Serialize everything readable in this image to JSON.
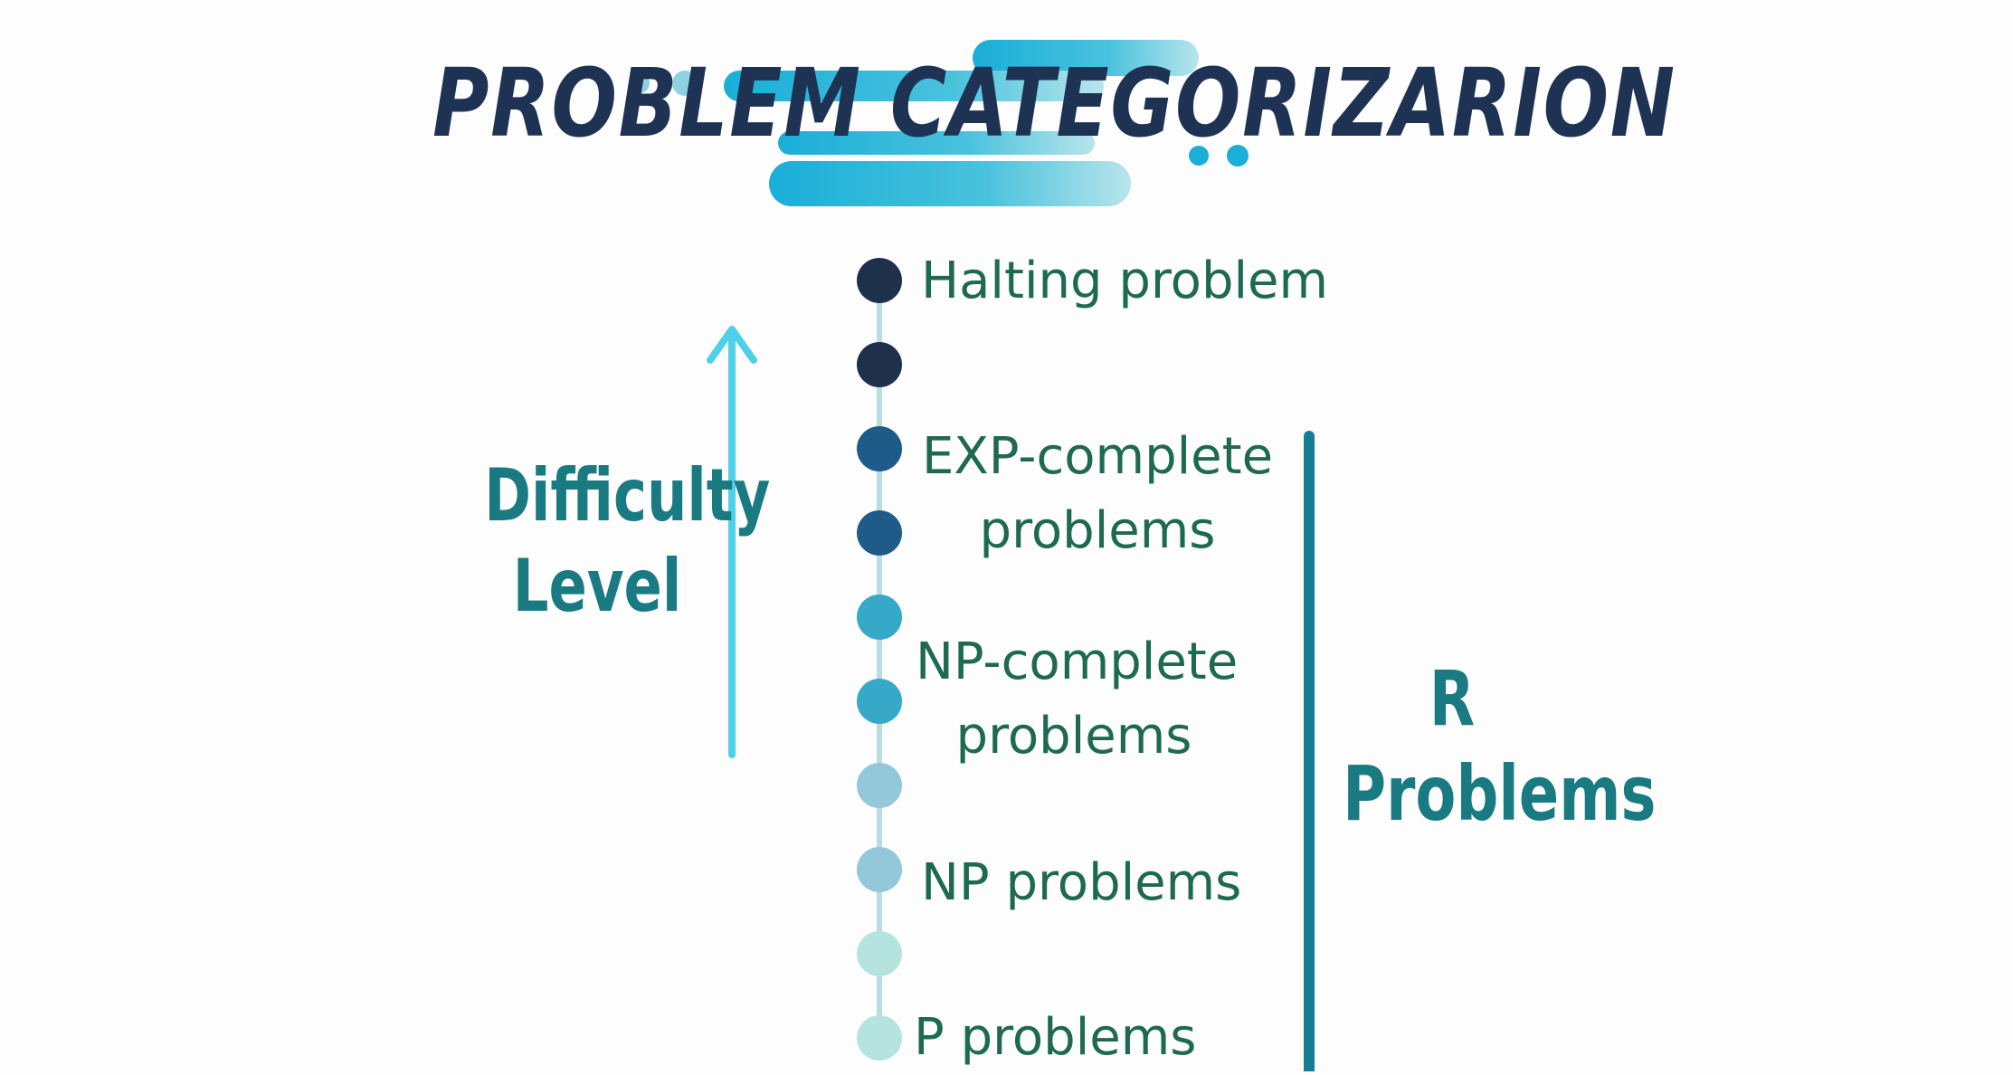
{
  "title": "PROBLEM CATEGORIZARION",
  "difficulty_label": {
    "line1": "Difficulty",
    "line2": "Level"
  },
  "r_label": {
    "line1": "R",
    "line2": "Problems"
  },
  "timeline": {
    "labels": {
      "halting": "Halting problem",
      "exp_line1": "EXP-complete",
      "exp_line2": "problems",
      "npc_line1": "NP-complete",
      "npc_line2": "problems",
      "np": "NP problems",
      "p": "P problems"
    },
    "dots": [
      {
        "color": "#1f304b"
      },
      {
        "color": "#1f304b"
      },
      {
        "color": "#1f5b89"
      },
      {
        "color": "#1f5b89"
      },
      {
        "color": "#36a9c9"
      },
      {
        "color": "#36a9c9"
      },
      {
        "color": "#92c8d9"
      },
      {
        "color": "#92c8d9"
      },
      {
        "color": "#b5e4de"
      },
      {
        "color": "#b5e4de"
      }
    ]
  },
  "colors": {
    "title": "#1e3353",
    "accent_teal": "#1a7a82",
    "label_green": "#1e6a4e",
    "arrow": "#4fd0e8",
    "r_bar": "#157e96"
  }
}
